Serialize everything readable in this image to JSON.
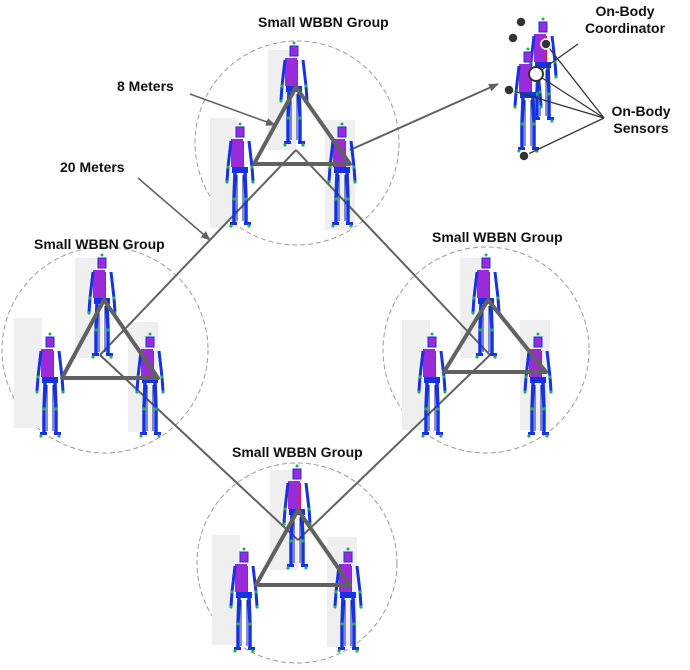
{
  "labels": {
    "group_top": "Small WBBN Group",
    "group_left": "Small WBBN Group",
    "group_right": "Small WBBN Group",
    "group_bottom": "Small WBBN Group",
    "meters_8": "8 Meters",
    "meters_20": "20 Meters",
    "coordinator_line1": "On-Body",
    "coordinator_line2": "Coordinator",
    "sensors_line1": "On-Body",
    "sensors_line2": "Sensors"
  },
  "colors": {
    "body_blue": "#1533e0",
    "body_purple": "#9a2bd8",
    "body_red": "#d81b2a",
    "joint_green": "#22b14c",
    "link_gray": "#616161",
    "circle_dash": "#9a9a9a",
    "halo_gray": "#efefef",
    "sensor_dark": "#333333"
  },
  "groups": [
    {
      "name": "top"
    },
    {
      "name": "left"
    },
    {
      "name": "right"
    },
    {
      "name": "bottom"
    }
  ]
}
